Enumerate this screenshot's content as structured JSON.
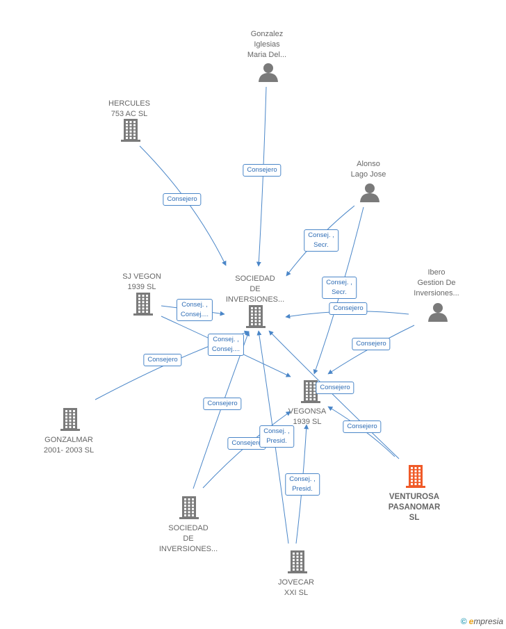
{
  "colors": {
    "edge": "#4a86c8",
    "node": "#7a7a7a",
    "main_node": "#f05a28"
  },
  "nodes": [
    {
      "id": "gonzalez",
      "kind": "person",
      "label": "Gonzalez\nIglesias\nMaria Del..."
    },
    {
      "id": "hercules",
      "kind": "company",
      "label": "HERCULES\n753 AC  SL"
    },
    {
      "id": "alonso",
      "kind": "person",
      "label": "Alonso\nLago Jose"
    },
    {
      "id": "sjvegon",
      "kind": "company",
      "label": "SJ VEGON\n1939  SL"
    },
    {
      "id": "sociedad1",
      "kind": "company",
      "label": "SOCIEDAD\nDE\nINVERSIONES..."
    },
    {
      "id": "ibero",
      "kind": "person",
      "label": "Ibero\nGestion De\nInversiones..."
    },
    {
      "id": "vegonsa",
      "kind": "company",
      "label": "VEGONSA\n1939  SL"
    },
    {
      "id": "gonzalmar",
      "kind": "company",
      "label": "GONZALMAR\n2001- 2003  SL"
    },
    {
      "id": "venturosa",
      "kind": "company",
      "main": true,
      "label": "VENTUROSA\nPASANOMAR\nSL"
    },
    {
      "id": "sociedad2",
      "kind": "company",
      "label": "SOCIEDAD\nDE\nINVERSIONES..."
    },
    {
      "id": "jovecar",
      "kind": "company",
      "label": "JOVECAR\nXXI  SL"
    }
  ],
  "edges": [
    {
      "from": "gonzalez",
      "to": "sociedad1",
      "label": "Consejero"
    },
    {
      "from": "hercules",
      "to": "sociedad1",
      "label": "Consejero"
    },
    {
      "from": "alonso",
      "to": "sociedad1",
      "label": "Consej. ,\nSecr."
    },
    {
      "from": "alonso",
      "to": "vegonsa",
      "label": "Consej. ,\nSecr."
    },
    {
      "from": "ibero",
      "to": "sociedad1",
      "label": "Consejero"
    },
    {
      "from": "ibero",
      "to": "vegonsa",
      "label": "Consejero"
    },
    {
      "from": "sjvegon",
      "to": "sociedad1",
      "label": "Consej. ,\nConsej...."
    },
    {
      "from": "sjvegon",
      "to": "vegonsa",
      "label": "Consej. ,\nConsej...."
    },
    {
      "from": "gonzalmar",
      "to": "sociedad1",
      "label": "Consejero"
    },
    {
      "from": "sociedad2",
      "to": "sociedad1",
      "label": "Consejero"
    },
    {
      "from": "sociedad2",
      "to": "vegonsa",
      "label": "Consejero"
    },
    {
      "from": "venturosa",
      "to": "sociedad1",
      "label": "Consejero"
    },
    {
      "from": "venturosa",
      "to": "vegonsa",
      "label": "Consejero"
    },
    {
      "from": "jovecar",
      "to": "sociedad1",
      "label": "Consej. ,\nPresid."
    },
    {
      "from": "jovecar",
      "to": "vegonsa",
      "label": "Consej. ,\nPresid."
    }
  ],
  "brand": {
    "copyright": "©",
    "initial": "e",
    "name": "mpresia"
  }
}
